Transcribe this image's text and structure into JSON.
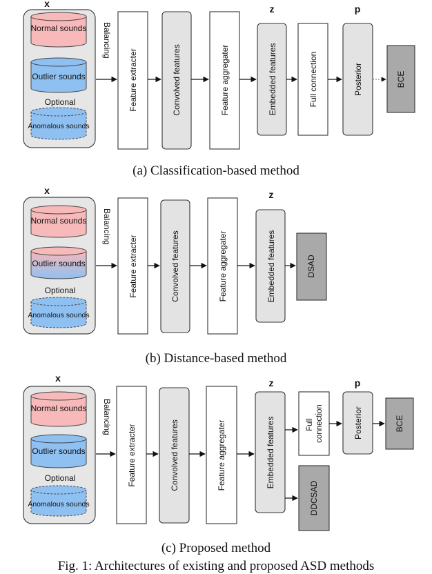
{
  "colors": {
    "normal": "#f7b9b9",
    "outlier": "#8fc0f2",
    "anomalous": "#8fc0f2",
    "panel": "#e6e6e6",
    "gray_box": "#e3e3e3",
    "dark_box": "#a9a9a9"
  },
  "common": {
    "normal": "Normal sounds",
    "outlier": "Outlier sounds",
    "optional": "Optional",
    "anomalous": "Anomalous sounds",
    "balancing": "Balancing",
    "feature_extracter": "Feature extracter",
    "convolved": "Convolved features",
    "aggregater": "Feature aggregater",
    "embedded": "Embedded features",
    "posterior": "Posterior",
    "bce": "BCE",
    "x": "x",
    "z": "z",
    "p": "p"
  },
  "panel_a": {
    "full_connection": "Full connection",
    "caption": "(a) Classification-based method"
  },
  "panel_b": {
    "dsad": "DSAD",
    "caption": "(b) Distance-based method"
  },
  "panel_c": {
    "full_connection": "Full connection",
    "ddcsad": "DDCSAD",
    "caption": "(c) Proposed method"
  },
  "figure_caption": "Fig. 1: Architectures of existing and proposed ASD methods"
}
